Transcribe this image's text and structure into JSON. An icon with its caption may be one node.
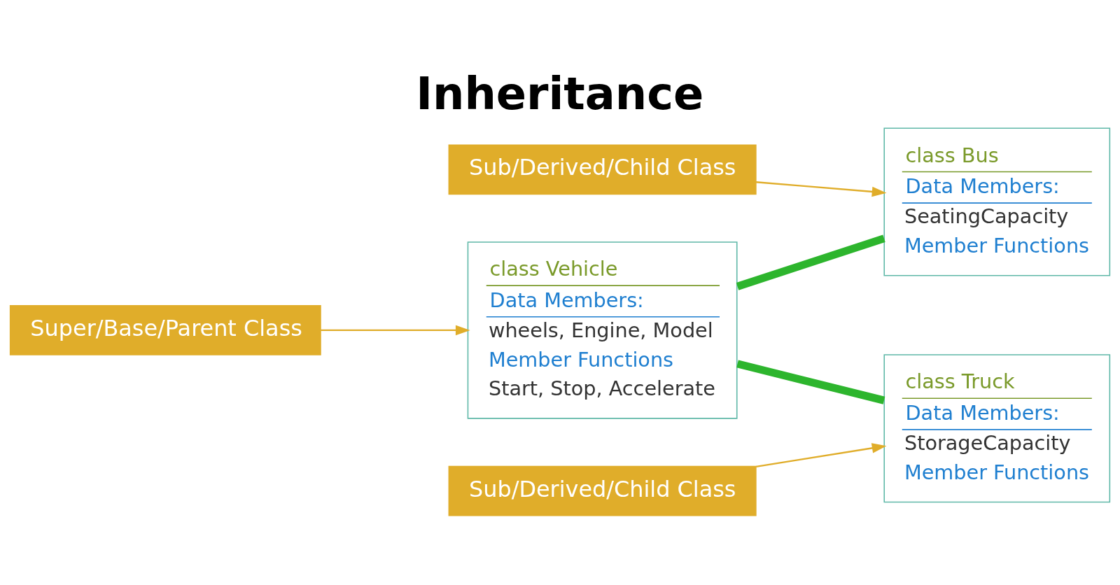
{
  "diagram": {
    "title": "Inheritance",
    "nodes": [
      {
        "text": [
          "Super/Base/Parent Class"
        ]
      },
      {
        "text": [
          "class Vehicle",
          "Data Members:",
          "wheels, Engine, Model",
          "Member Functions",
          "Start, Stop, Accelerate"
        ]
      },
      {
        "text": [
          "Sub/Derived/Child Class"
        ]
      },
      {
        "text": [
          "class Bus",
          "Data Members:",
          "SeatingCapacity",
          "Member Functions"
        ]
      },
      {
        "text": [
          "class Truck",
          "Data Members:",
          "StorageCapacity",
          "Member Functions"
        ]
      },
      {
        "text": [
          "Sub/Derived/Child Class"
        ]
      }
    ],
    "edges": [
      {
        "from": 0,
        "to": 1,
        "arrow": "to"
      },
      {
        "from": 2,
        "to": 3,
        "arrow": "to"
      },
      {
        "from": 1,
        "to": 3,
        "arrow": "none",
        "style": "thick",
        "color": "#2db52d"
      },
      {
        "from": 1,
        "to": 4,
        "arrow": "none",
        "style": "thick",
        "color": "#2db52d"
      },
      {
        "from": 5,
        "to": 4,
        "arrow": "to"
      }
    ]
  }
}
